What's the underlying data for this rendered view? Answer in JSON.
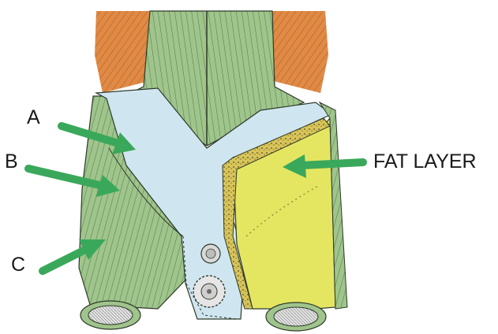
{
  "labels": {
    "a": "A",
    "b": "B",
    "c": "C",
    "fat_layer": "FAT LAYER"
  },
  "colors": {
    "muscle_green": "#9fc48c",
    "muscle_line": "#4f7a44",
    "fascia_blue": "#cfe6f0",
    "fat_yellow": "#e4e662",
    "fat_border": "#b7a24a",
    "oblique_orange": "#e08a45",
    "arrow_green": "#3aa85a",
    "outline": "#2f3a2a"
  },
  "icons": {
    "arrow": "arrow-right-icon",
    "umbilicus": "umbilicus-icon",
    "pubic_node": "node-icon"
  }
}
